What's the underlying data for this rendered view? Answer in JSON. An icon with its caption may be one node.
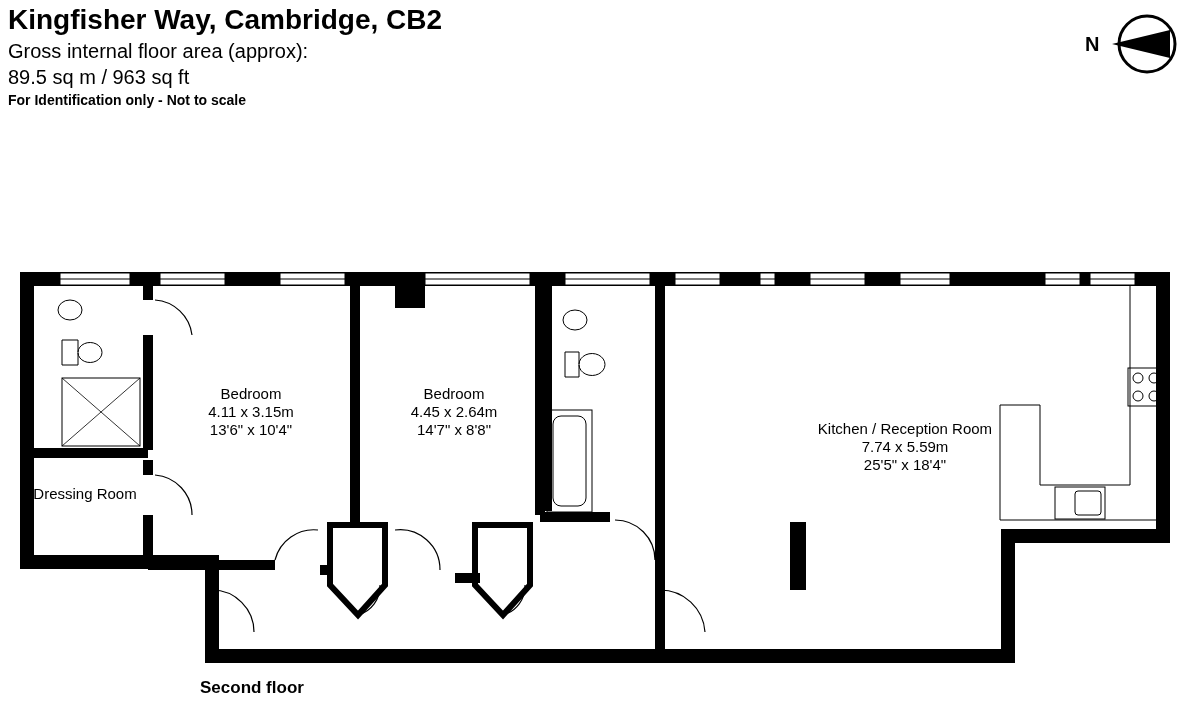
{
  "diagram": {
    "title": "Kingfisher Way, Cambridge, CB2",
    "nodes": [
      {
        "text": [
          "Bedroom",
          "4.11 x 3.15m",
          "13'6\" x 10'4\""
        ]
      },
      {
        "text": [
          "Bedroom",
          "4.45 x 2.64m",
          "14'7\" x 8'8\""
        ]
      },
      {
        "text": [
          "Dressing Room"
        ]
      },
      {
        "text": [
          "Kitchen / Reception Room",
          "7.74 x 5.59m",
          "25'5\" x 18'4\""
        ]
      }
    ],
    "edges": [],
    "labels": [
      "Gross internal floor area (approx):",
      "89.5 sq m / 963 sq ft",
      "For Identification only - Not to scale",
      "N",
      "Second floor"
    ]
  }
}
